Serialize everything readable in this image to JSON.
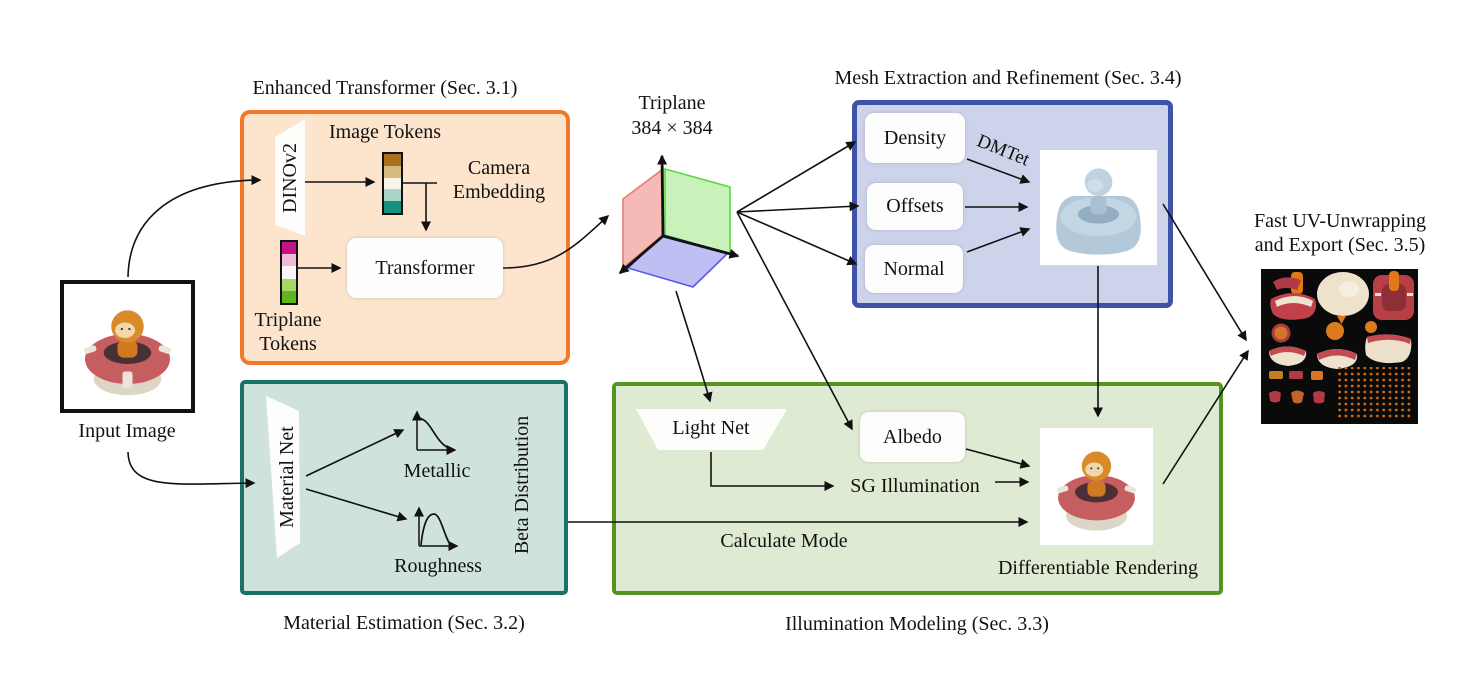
{
  "colors": {
    "orange_border": "#ef7b28",
    "orange_fill": "#fce4cd",
    "teal_border": "#1b7168",
    "teal_fill": "#cfe2de",
    "blue_border": "#3f51a8",
    "blue_fill": "#ccd3ea",
    "green_border": "#55941f",
    "green_fill": "#deebd2",
    "plane_red_fill": "#f6bab6",
    "plane_red_border": "#ea7a72",
    "plane_green_fill": "#c9f2bb",
    "plane_green_border": "#58d93f",
    "plane_blue_fill": "#bfbff4",
    "plane_blue_border": "#5b57ee",
    "arrow": "#111111"
  },
  "input": {
    "label": "Input Image"
  },
  "enhanced_transformer": {
    "title": "Enhanced Transformer (Sec. 3.1)",
    "dino": "DINOv2",
    "image_tokens": "Image Tokens",
    "camera_embedding": [
      "Camera",
      "Embedding"
    ],
    "transformer": "Transformer",
    "triplane_tokens": [
      "Triplane",
      "Tokens"
    ],
    "image_token_colors": [
      "#a9701d",
      "#d8b97d",
      "#f7f4ec",
      "#a9d6c9",
      "#17917f"
    ],
    "triplane_token_colors": [
      "#c31482",
      "#efb9da",
      "#f9f7f5",
      "#a6d762",
      "#5eb51e"
    ]
  },
  "triplane": {
    "title": "Triplane",
    "size": "384 × 384"
  },
  "mesh_extraction": {
    "title": "Mesh Extraction and Refinement (Sec. 3.4)",
    "nodes": [
      "Density",
      "Offsets",
      "Normal"
    ],
    "dmtet": "DMTet"
  },
  "material_estimation": {
    "title": "Material Estimation (Sec. 3.2)",
    "material_net": "Material Net",
    "metallic": "Metallic",
    "roughness": "Roughness",
    "beta_distribution": "Beta Distribution"
  },
  "illumination": {
    "title": "Illumination Modeling (Sec. 3.3)",
    "light_net": "Light Net",
    "albedo": "Albedo",
    "sg_illumination": "SG Illumination",
    "calculate_mode": "Calculate Mode",
    "differentiable_rendering": "Differentiable Rendering"
  },
  "uv_export": {
    "title": [
      "Fast UV-Unwrapping",
      "and Export (Sec. 3.5)"
    ]
  }
}
